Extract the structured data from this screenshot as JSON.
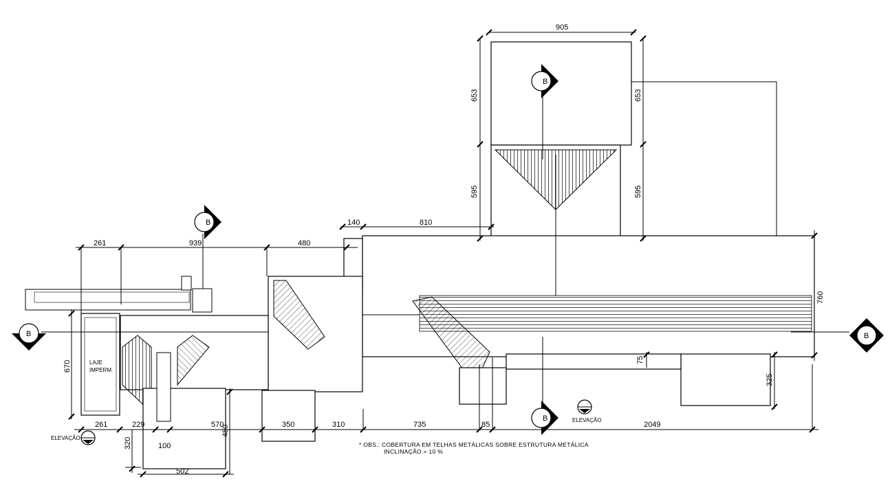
{
  "dimensions": {
    "top_905": "905",
    "left_653": "653",
    "right_653": "653",
    "left_595": "595",
    "right_595": "595",
    "d_140": "140",
    "d_810": "810",
    "d_261_top": "261",
    "d_939": "939",
    "d_480": "480",
    "d_760": "760",
    "d_670": "670",
    "d_75": "75",
    "d_325": "325",
    "d_261_bottom": "261",
    "d_229": "229",
    "d_570": "570",
    "d_480_vertical": "480",
    "d_350": "350",
    "d_310": "310",
    "d_735": "735",
    "d_85": "85",
    "d_2049": "2049",
    "d_320": "320",
    "d_100": "100",
    "d_502": "502"
  },
  "labels": {
    "laje_line1": "LAJE",
    "laje_line2": "IMPERM.",
    "elevacao_left": "ELEVAÇÃO",
    "elevacao_right": "ELEVAÇÃO",
    "note_line1": "* OBS.: COBERTURA EM TELHAS METÁLICAS SOBRE ESTRUTURA METÁLICA",
    "note_line2": "INCLINAÇÃO = 10 %"
  },
  "section_markers": {
    "letter": "B"
  },
  "colors": {
    "line": "#000000",
    "background": "#ffffff"
  }
}
